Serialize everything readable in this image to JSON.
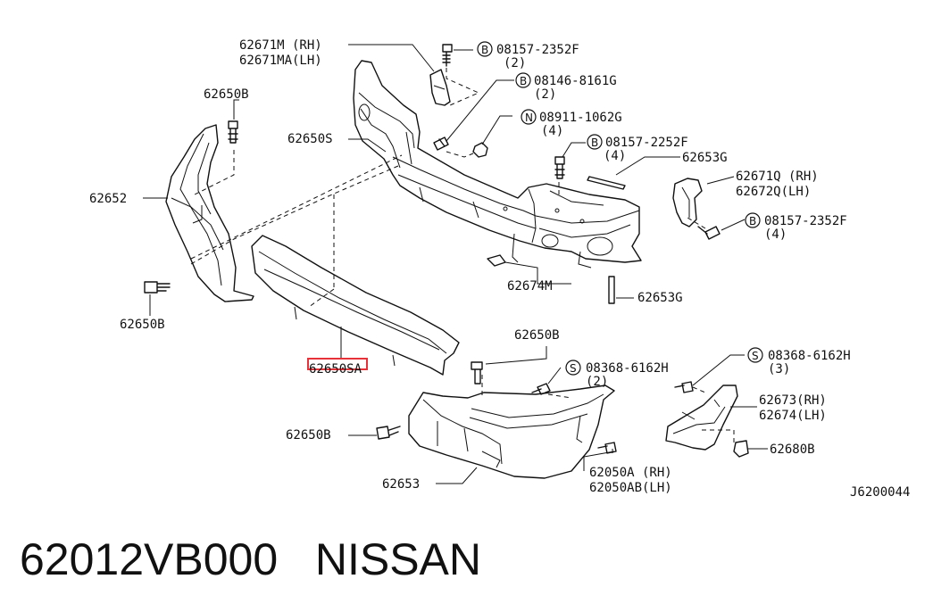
{
  "callouts": {
    "p62671M": "62671M (RH)",
    "p62671MA": "62671MA(LH)",
    "p62650B_top": "62650B",
    "b08157_2352F_top": "08157-2352F",
    "b08157_2352F_top_qty": "(2)",
    "b08146_8161G": "08146-8161G",
    "b08146_8161G_qty": "(2)",
    "n08911_1062G": "08911-1062G",
    "n08911_1062G_qty": "(4)",
    "p62650S": "62650S",
    "b08157_2252F": "08157-2252F",
    "b08157_2252F_qty": "(4)",
    "p62653G_top": "62653G",
    "p62671Q": "62671Q (RH)",
    "p62672Q": "62672Q(LH)",
    "b08157_2352F_right": "08157-2352F",
    "b08157_2352F_right_qty": "(4)",
    "p62652": "62652",
    "p62674M": "62674M",
    "p62653G_bottom": "62653G",
    "p62650B_left": "62650B",
    "p62650B_mid": "62650B",
    "p62650SA": "62650SA",
    "s08368_6162H_mid": "08368-6162H",
    "s08368_6162H_mid_qty": "(2)",
    "s08368_6162H_right": "08368-6162H",
    "s08368_6162H_right_qty": "(3)",
    "p62673": "62673(RH)",
    "p62674": "62674(LH)",
    "p62650B_bottom": "62650B",
    "p62680B": "62680B",
    "p62653": "62653",
    "p62050A": "62050A (RH)",
    "p62050AB": "62050AB(LH)",
    "diagram_code": "J6200044"
  },
  "symbols": {
    "b": "B",
    "n": "N",
    "s": "S"
  },
  "footer": {
    "part_number": "62012VB000",
    "brand": "NISSAN"
  },
  "colors": {
    "highlight": "#e8323a",
    "line": "#111111"
  }
}
